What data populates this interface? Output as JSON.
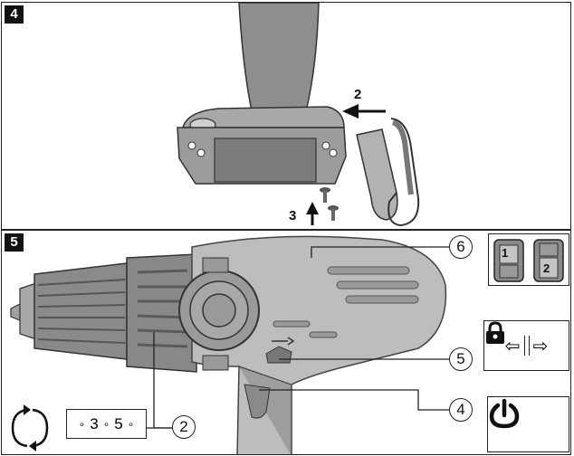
{
  "figure4": {
    "number": "4",
    "step_2": "2",
    "step_3": "3"
  },
  "figure5": {
    "number": "5",
    "callout_2": "2",
    "callout_4": "4",
    "callout_5": "5",
    "callout_6": "6",
    "gear_1": "1",
    "gear_2": "2",
    "speed_3": "3",
    "speed_5": "5",
    "direction_left": "⇦",
    "direction_right": "⇨"
  }
}
